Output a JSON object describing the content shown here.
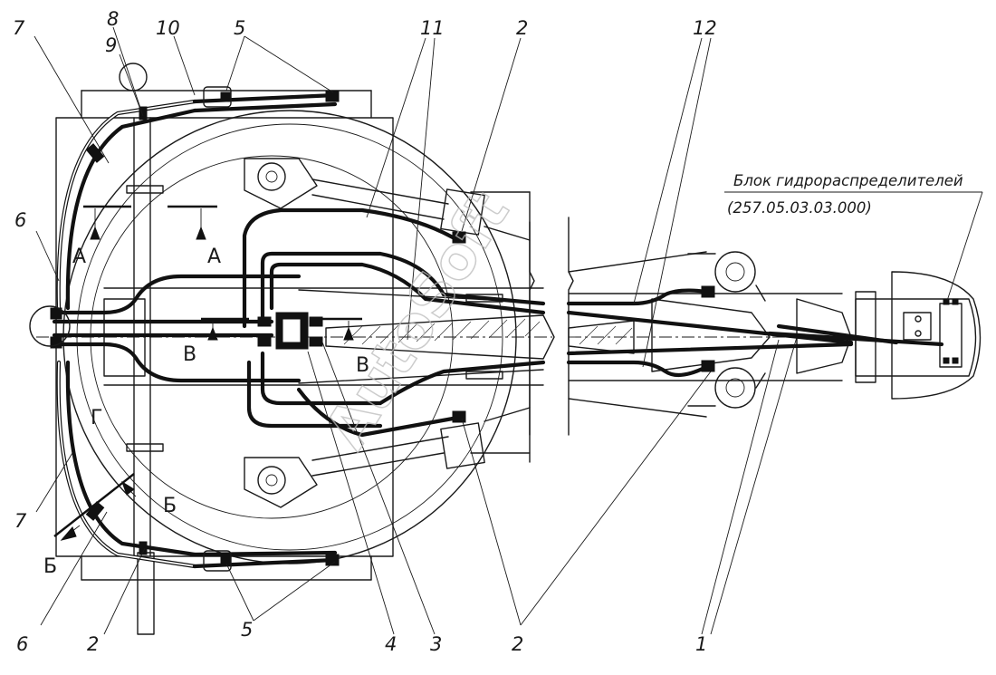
{
  "callouts": {
    "n1": "1",
    "n2a": "2",
    "n2b": "2",
    "n2c": "2",
    "n3": "3",
    "n4": "4",
    "n5a": "5",
    "n5b": "5",
    "n6a": "6",
    "n6b": "6",
    "n7a": "7",
    "n7b": "7",
    "n8": "8",
    "n9": "9",
    "n10": "10",
    "n11": "11",
    "n12": "12"
  },
  "section_marks": {
    "a_left": "А",
    "a_right": "А",
    "b_lower": "Б",
    "b_upper": "Б",
    "v_left": "В",
    "v_right": "В",
    "g": "Г"
  },
  "block_caption": {
    "name": "Блок гидрораспределителей",
    "code": "(257.05.03.03.000)"
  },
  "watermark": "AutoSoft"
}
